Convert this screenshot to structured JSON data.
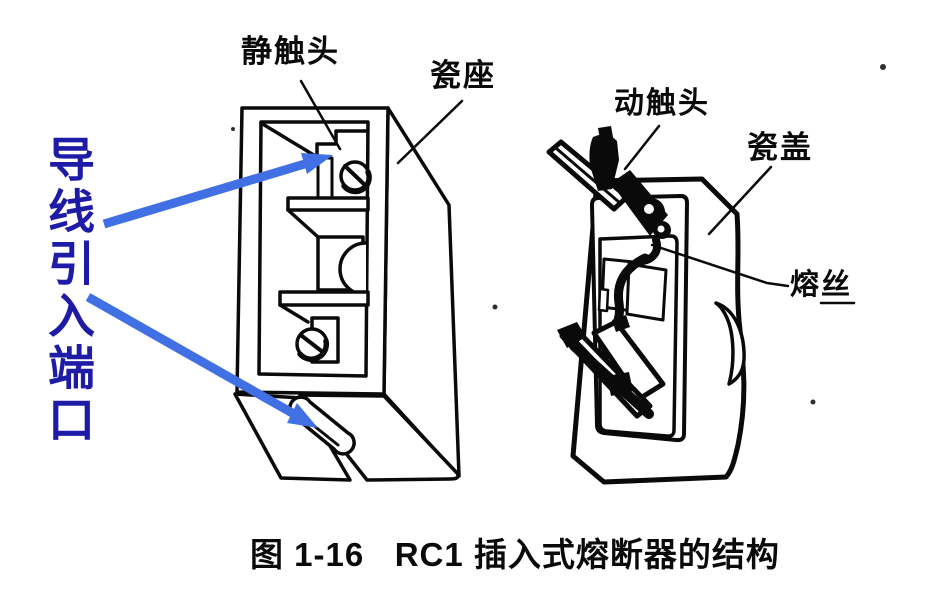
{
  "figure": {
    "caption": "图 1-16   RC1 插入式熔断器的结构"
  },
  "annotations": {
    "wire_inlet_label": "导线引入端口",
    "labels": {
      "static_contact": "静触头",
      "porcelain_base": "瓷座",
      "moving_contact": "动触头",
      "porcelain_cover": "瓷盖",
      "fuse_wire": "熔丝"
    }
  },
  "colors": {
    "background": "#ffffff",
    "line_art": "#0a0a0a",
    "annotation_text_blue": "#1e1ba6",
    "arrow_blue": "#4170e4"
  }
}
